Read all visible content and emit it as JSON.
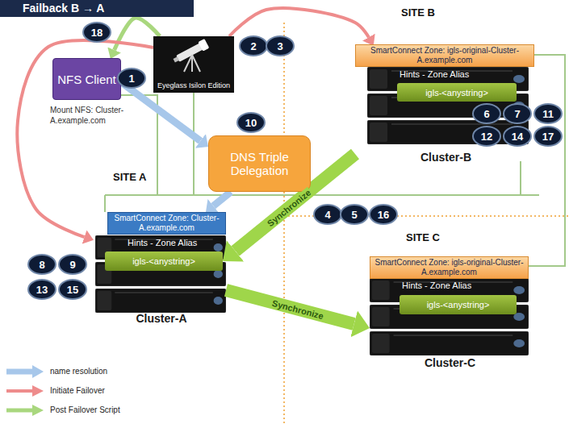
{
  "diagram": {
    "title": "Failback B → A",
    "nodes": [
      {
        "text": [
          "NFS Client"
        ]
      },
      {
        "text": [
          "Eyeglass Isilon Edition"
        ]
      },
      {
        "text": [
          "Cluster-B"
        ]
      },
      {
        "text": [
          "SmartConnect Zone: igls-original-Cluster-A.example.com"
        ],
        "in": 2
      },
      {
        "text": [
          "Hints - Zone Alias"
        ],
        "in": 2
      },
      {
        "text": [
          "igls-<anystring>"
        ],
        "in": 4
      },
      {
        "text": [
          "DNS Triple Delegation"
        ]
      },
      {
        "text": [
          "Cluster-A"
        ]
      },
      {
        "text": [
          "SmartConnect Zone: Cluster-A.example.com"
        ],
        "in": 7
      },
      {
        "text": [
          "Hints - Zone Alias"
        ],
        "in": 7
      },
      {
        "text": [
          "igls-<anystring>"
        ],
        "in": 9
      },
      {
        "text": [
          "Cluster-C"
        ]
      },
      {
        "text": [
          "SmartConnect Zone: igls-original-Cluster-A.example.com"
        ],
        "in": 11
      },
      {
        "text": [
          "Hints - Zone Alias"
        ],
        "in": 11
      },
      {
        "text": [
          "igls-<anystring>"
        ],
        "in": 13
      }
    ],
    "edges": [
      {
        "from": 1,
        "to": 0,
        "arrow": "to"
      },
      {
        "from": 1,
        "to": 3,
        "arrow": "to"
      },
      {
        "from": 1,
        "to": 7,
        "arrow": "to"
      },
      {
        "from": 0,
        "to": 6,
        "arrow": "to"
      },
      {
        "from": 6,
        "to": 8,
        "arrow": "to"
      },
      {
        "from": 2,
        "to": 10,
        "label": "Synchronize",
        "arrow": "to"
      },
      {
        "from": 9,
        "to": 13,
        "label": "Synchronize",
        "arrow": "to"
      }
    ],
    "labels": [
      "18",
      "1",
      "2",
      "3",
      "10",
      "6",
      "7",
      "11",
      "12",
      "14",
      "17",
      "4",
      "5",
      "16",
      "8",
      "9",
      "13",
      "15",
      "SITE B",
      "SITE A",
      "SITE C",
      "Mount NFS: Cluster-A.example.com"
    ],
    "legend": [
      {
        "text": "name resolution"
      },
      {
        "text": "Initiate Failover"
      },
      {
        "text": "Post Failover Script"
      }
    ]
  }
}
